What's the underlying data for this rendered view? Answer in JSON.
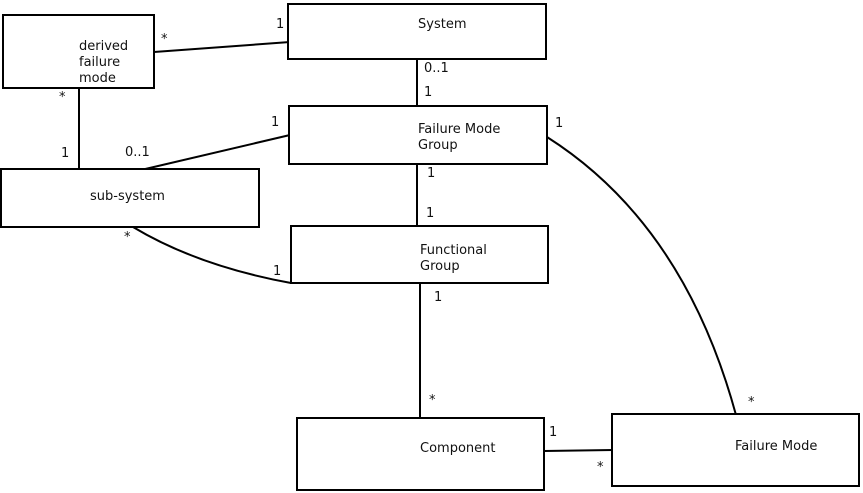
{
  "diagram": {
    "type": "uml-class-association-diagram",
    "colors": {
      "line": "#000000",
      "background": "#ffffff",
      "text": "#111111"
    }
  },
  "boxes": {
    "derived_failure_mode": {
      "label": "derived\nfailure\nmode"
    },
    "system": {
      "label": "System"
    },
    "failure_mode_group": {
      "label": "Failure Mode\nGroup"
    },
    "sub_system": {
      "label": "sub-system"
    },
    "functional_group": {
      "label": "Functional\nGroup"
    },
    "component": {
      "label": "Component"
    },
    "failure_mode": {
      "label": "Failure Mode"
    }
  },
  "edges": [
    {
      "from": "System",
      "to": "derived failure mode",
      "from_mult": "1",
      "to_mult": "*"
    },
    {
      "from": "System",
      "to": "Failure Mode Group",
      "from_mult": "0..1",
      "to_mult": "1"
    },
    {
      "from": "derived failure mode",
      "to": "sub-system",
      "from_mult": "*",
      "to_mult": "1"
    },
    {
      "from": "Failure Mode Group",
      "to": "sub-system",
      "from_mult": "1",
      "to_mult": "0..1"
    },
    {
      "from": "Failure Mode Group",
      "to": "Functional Group",
      "from_mult": "1",
      "to_mult": "1"
    },
    {
      "from": "sub-system",
      "to": "Functional Group",
      "from_mult": "*",
      "to_mult": "1"
    },
    {
      "from": "Functional Group",
      "to": "Component",
      "from_mult": "1",
      "to_mult": "*"
    },
    {
      "from": "Component",
      "to": "Failure Mode",
      "from_mult": "1",
      "to_mult": "*"
    },
    {
      "from": "Failure Mode Group",
      "to": "Failure Mode",
      "from_mult": "1",
      "to_mult": "*"
    }
  ]
}
